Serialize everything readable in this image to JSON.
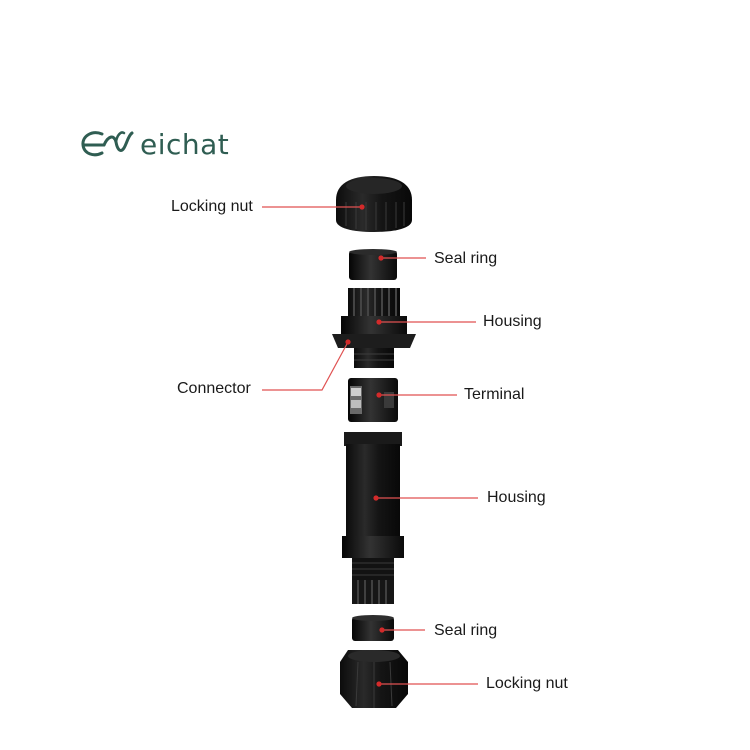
{
  "brand": {
    "name": "Weichat",
    "text": "eichat",
    "logo_icon": "cw-monogram-icon",
    "color": "#2f5d52"
  },
  "parts": {
    "locking_nut_top": "Locking nut",
    "seal_ring_top": "Seal ring",
    "housing_top": "Housing",
    "connector": "Connector",
    "terminal": "Terminal",
    "housing_bottom": "Housing",
    "seal_ring_bottom": "Seal ring",
    "locking_nut_bottom": "Locking nut"
  },
  "colors": {
    "leader_line": "#e05252",
    "dot": "#d42a2a",
    "part_body": "#141414"
  }
}
